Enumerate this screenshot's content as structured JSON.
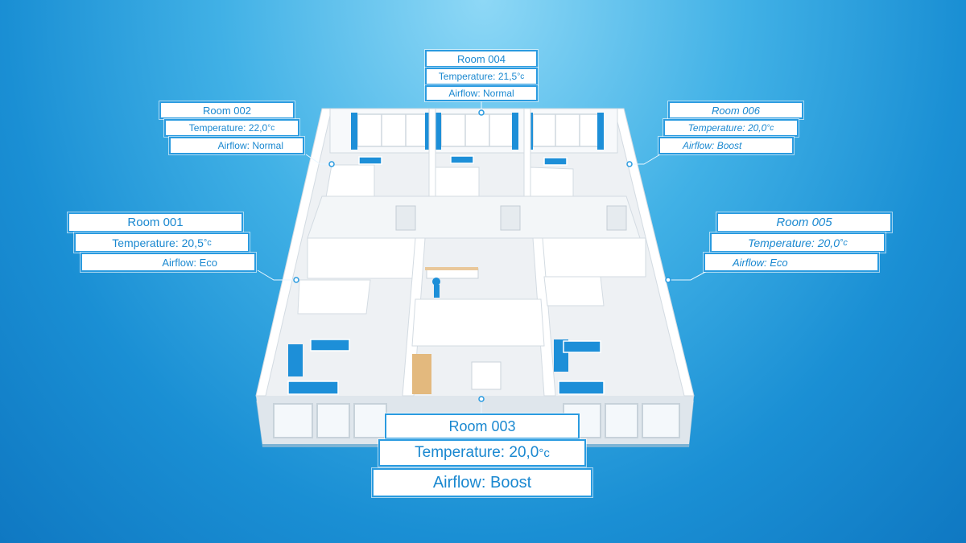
{
  "rooms": {
    "r004": {
      "title": "Room 004",
      "temp_label": "Temperature:",
      "temp_value": "21,5",
      "air_label": "Airflow:",
      "air_value": "Normal"
    },
    "r002": {
      "title": "Room 002",
      "temp_label": "Temperature:",
      "temp_value": "22,0",
      "air_label": "Airflow:",
      "air_value": "Normal"
    },
    "r006": {
      "title": "Room 006",
      "temp_label": "Temperature:",
      "temp_value": "20,0",
      "air_label": "Airflow:",
      "air_value": "Boost"
    },
    "r001": {
      "title": "Room 001",
      "temp_label": "Temperature:",
      "temp_value": "20,5",
      "air_label": "Airflow:",
      "air_value": "Eco"
    },
    "r005": {
      "title": "Room 005",
      "temp_label": "Temperature:",
      "temp_value": "20,0",
      "air_label": "Airflow:",
      "air_value": "Eco"
    },
    "r003": {
      "title": "Room 003",
      "temp_label": "Temperature:",
      "temp_value": "20,0",
      "air_label": "Airflow:",
      "air_value": "Boost"
    }
  },
  "unit": "°c",
  "colors": {
    "accent": "#2a9be0",
    "text": "#1a88d0",
    "bed": "#1d8fd8"
  }
}
